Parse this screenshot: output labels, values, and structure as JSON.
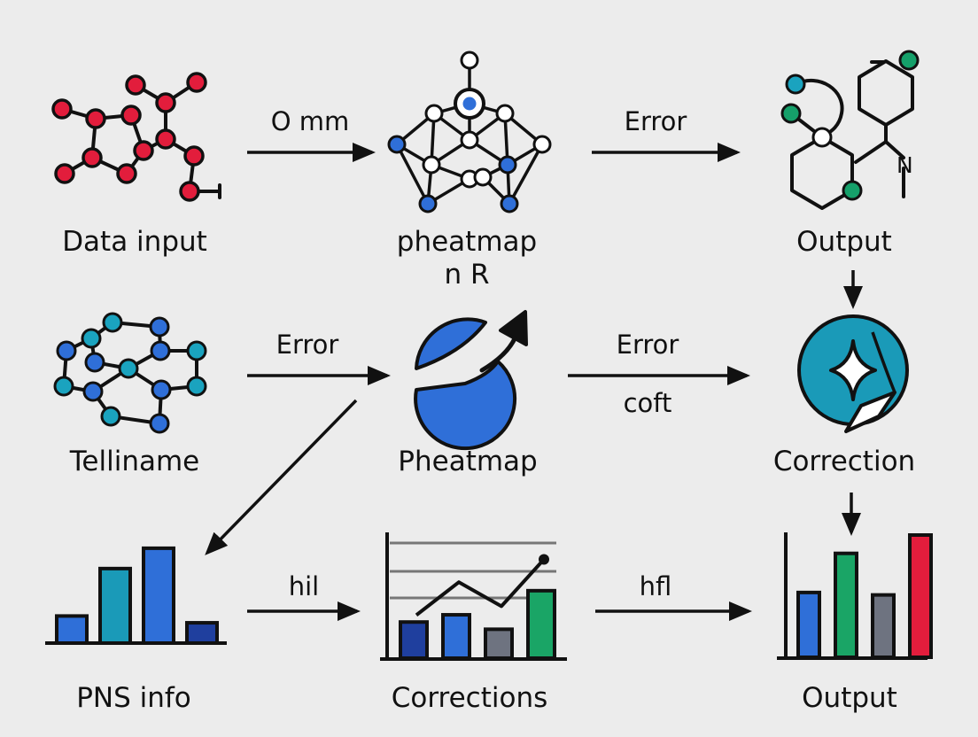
{
  "colors": {
    "ink": "#111111",
    "node_red": "#e21d3c",
    "node_blue": "#2f6fd8",
    "node_teal": "#1aa3bf",
    "node_green": "#15a06a",
    "node_white": "#ffffff",
    "bar_blue": "#2f6fd8",
    "bar_teal": "#1a9ab8",
    "bar_navy": "#1f3f9e",
    "bar_gray": "#6e7380",
    "bar_green": "#1aa566",
    "bar_red": "#e21d3c",
    "background": "#ececec"
  },
  "nodes": {
    "data_input": {
      "label": "Data input",
      "icon": "red-molecule-network-icon"
    },
    "pheatmap_top": {
      "label_line1": "pheatmap",
      "label_line2": "n R",
      "icon": "network-graph-icon"
    },
    "output_top": {
      "label": "Output",
      "icon": "chemical-structure-icon"
    },
    "telliname": {
      "label": "Telliname",
      "icon": "teal-molecule-network-icon"
    },
    "pheatmap_mid": {
      "label": "Pheatmap",
      "icon": "pie-arrow-icon"
    },
    "correction": {
      "label": "Correction",
      "icon": "star-circle-icon"
    },
    "pns_info": {
      "label": "PNS info",
      "icon": "bar-chart-icon"
    },
    "corrections": {
      "label": "Corrections",
      "icon": "bar-line-chart-icon"
    },
    "output_bottom": {
      "label": "Output",
      "icon": "bar-chart-icon"
    }
  },
  "edges": {
    "e1": {
      "label": "O mm"
    },
    "e2": {
      "label": "Error"
    },
    "e3": {
      "label": "Error"
    },
    "e4_line1": "Error",
    "e4_line2": "coft",
    "e5": {
      "label": "hil"
    },
    "e6": {
      "label": "hfl"
    }
  },
  "charts": {
    "pns_info": [
      {
        "value": 2,
        "color": "#2f6fd8"
      },
      {
        "value": 5.5,
        "color": "#1a9ab8"
      },
      {
        "value": 7,
        "color": "#2f6fd8"
      },
      {
        "value": 1.5,
        "color": "#1f3f9e"
      }
    ],
    "corrections": {
      "bars": [
        {
          "value": 3,
          "color": "#1f3f9e"
        },
        {
          "value": 3.6,
          "color": "#2f6fd8"
        },
        {
          "value": 2.4,
          "color": "#6e7380"
        },
        {
          "value": 5.6,
          "color": "#1aa566"
        }
      ],
      "line": [
        3.4,
        6,
        4.1,
        7.8
      ]
    },
    "output_bottom": [
      {
        "value": 5.3,
        "color": "#2f6fd8"
      },
      {
        "value": 8.5,
        "color": "#1aa566"
      },
      {
        "value": 5.1,
        "color": "#6e7380"
      },
      {
        "value": 10,
        "color": "#e21d3c"
      }
    ]
  }
}
